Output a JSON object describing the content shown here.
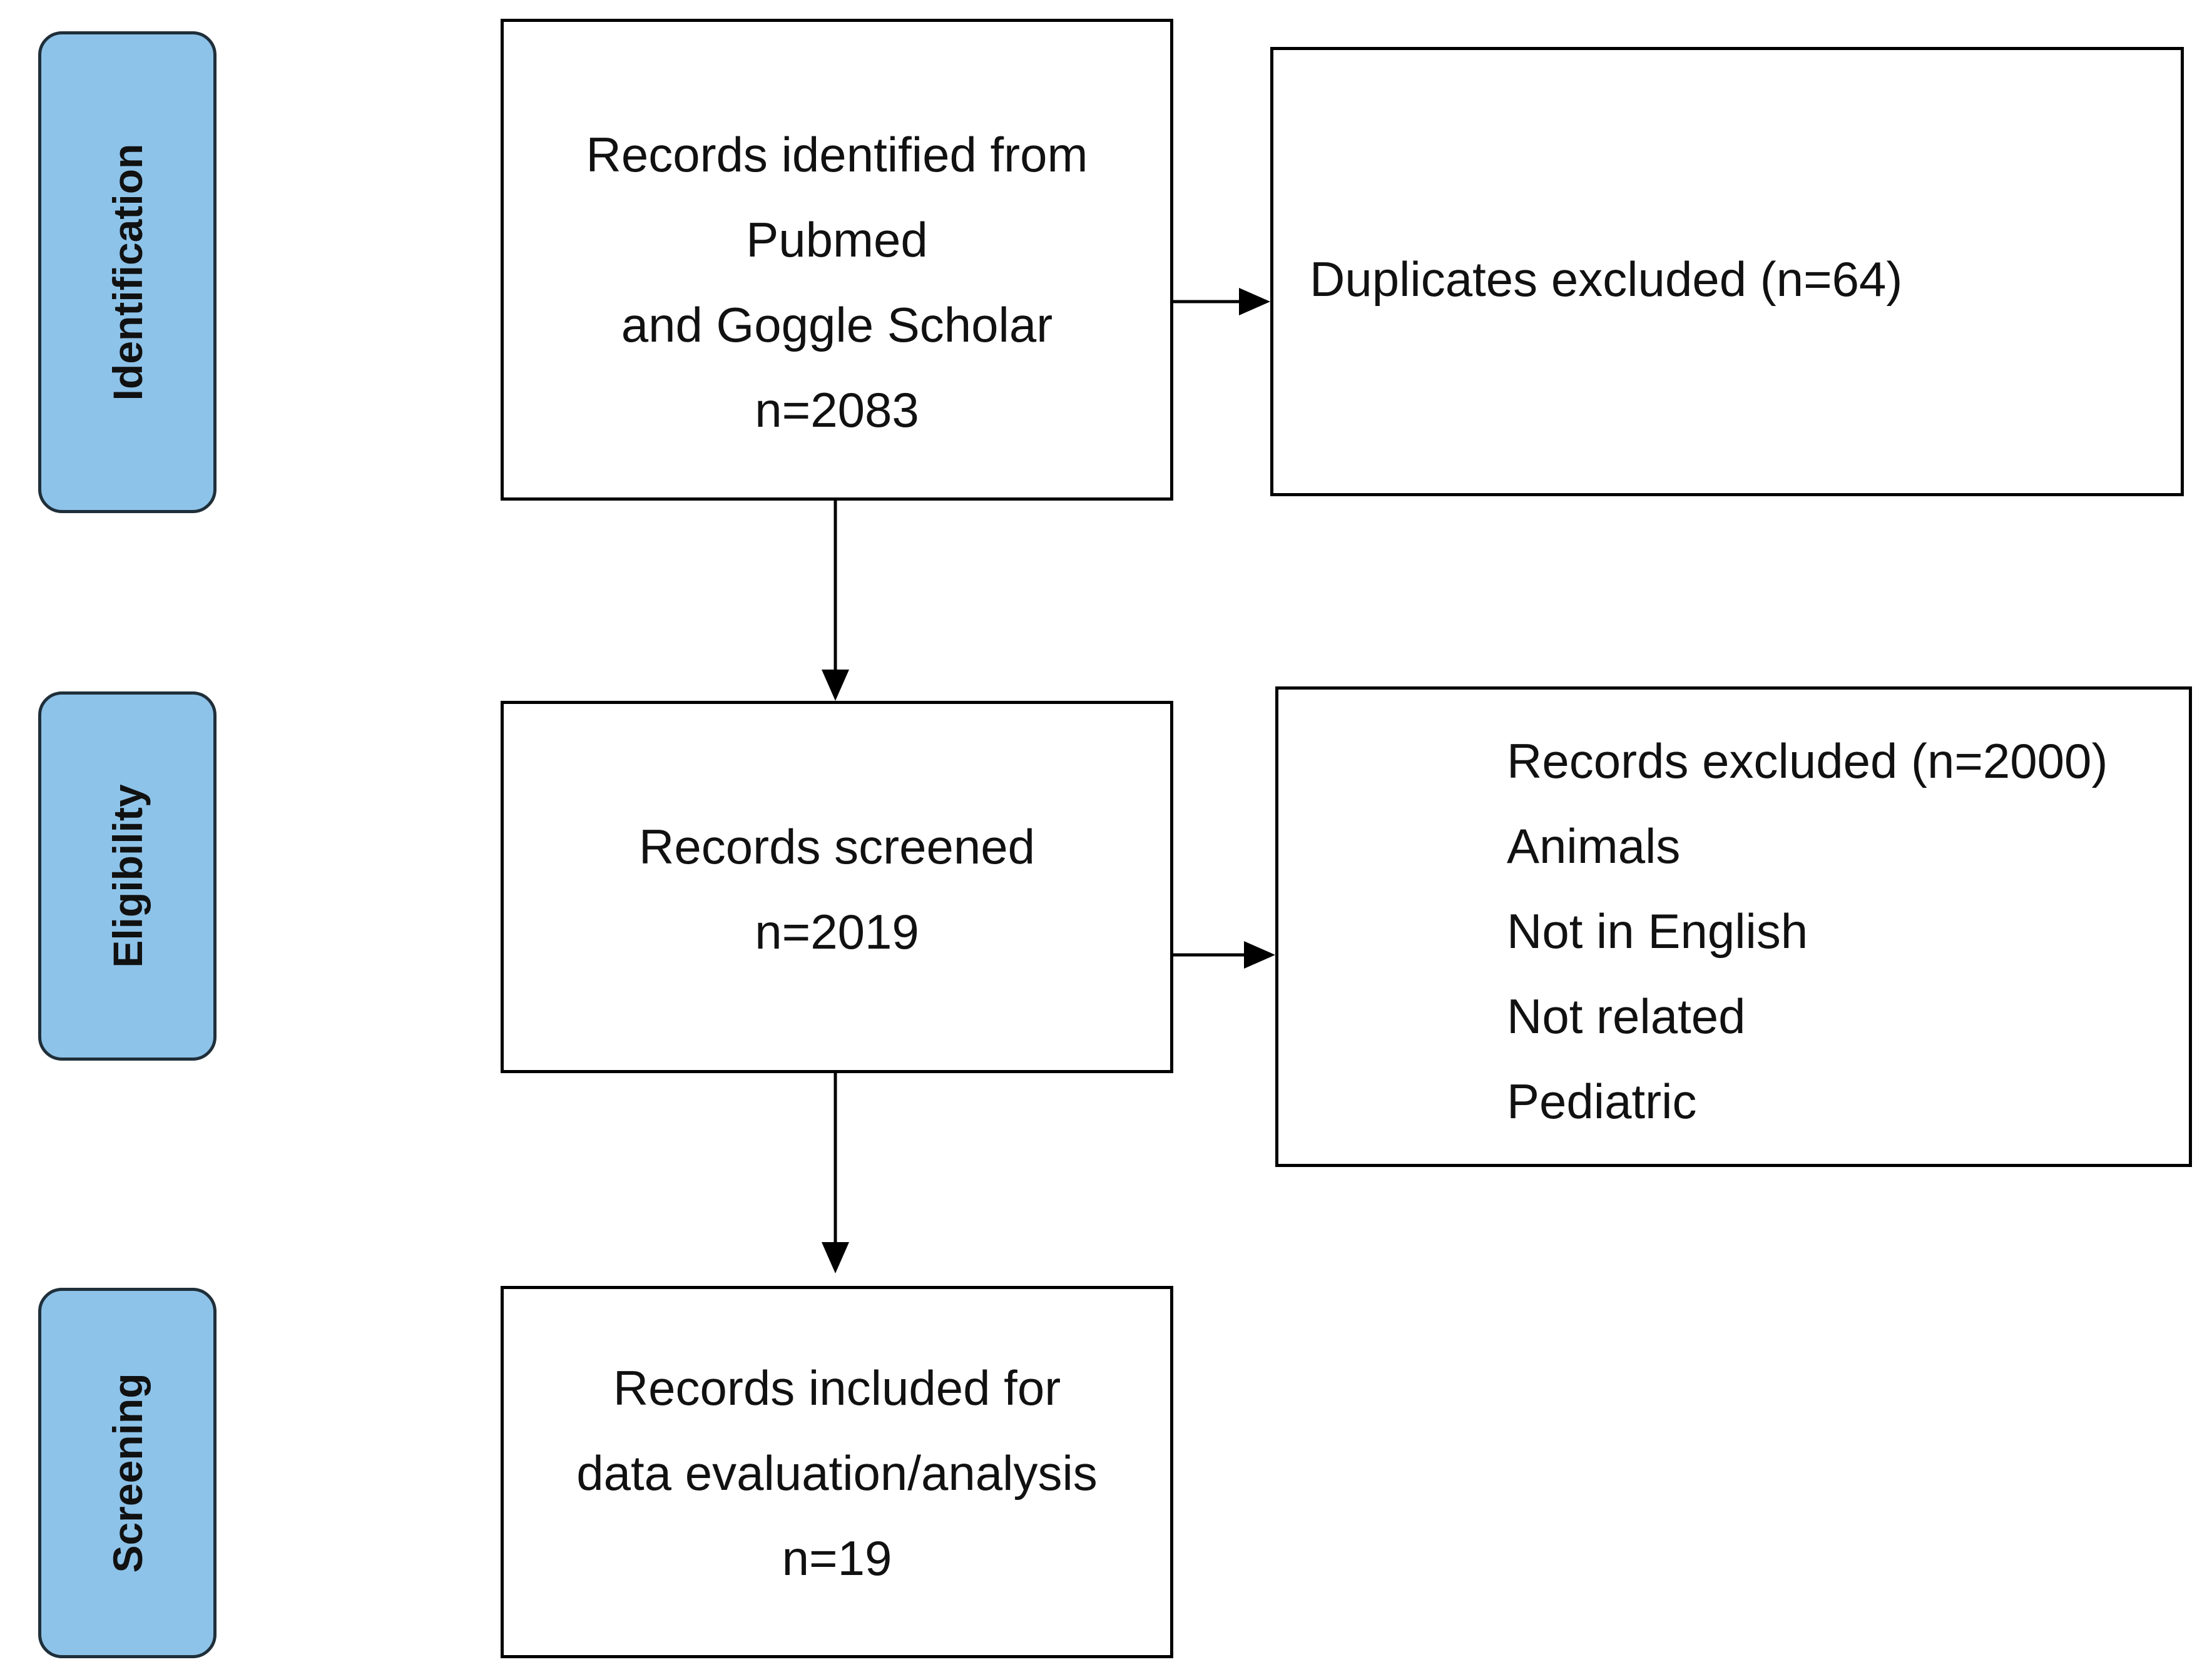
{
  "phases": [
    {
      "label": "Identification"
    },
    {
      "label": "Eligibility"
    },
    {
      "label": "Screening"
    }
  ],
  "boxes": {
    "identified": {
      "lines": [
        "Records identified from",
        "Pubmed",
        "and Goggle Scholar",
        "n=2083"
      ]
    },
    "duplicates": {
      "lines": [
        "Duplicates excluded (n=64)"
      ]
    },
    "screened": {
      "lines": [
        "Records screened",
        "n=2019"
      ]
    },
    "excluded": {
      "lines": [
        "Records excluded (n=2000)",
        "Animals",
        "Not in English",
        "Not related",
        "Pediatric"
      ]
    },
    "included": {
      "lines": [
        "Records included for",
        "data evaluation/analysis",
        "n=19"
      ]
    }
  }
}
